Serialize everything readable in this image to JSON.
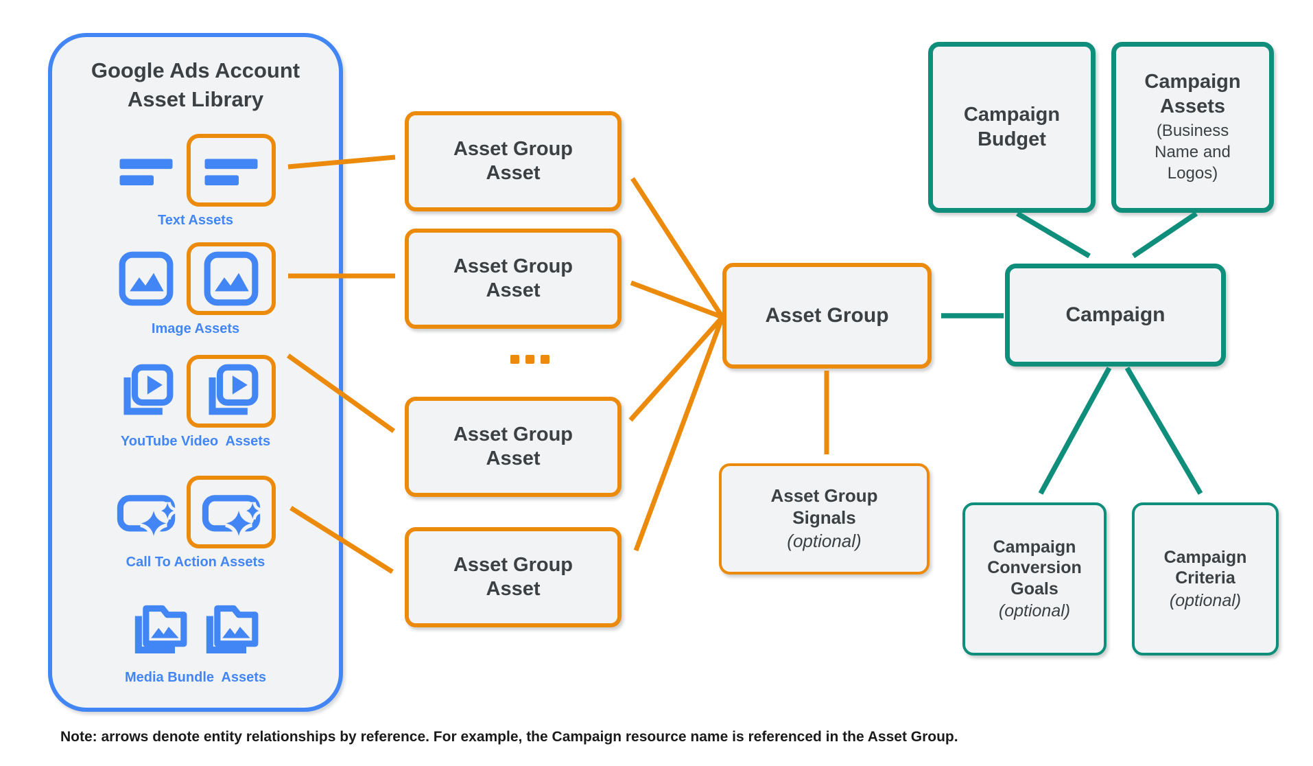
{
  "colors": {
    "blue": "#4285F4",
    "orange": "#EB8A0B",
    "teal": "#0F8E7C",
    "node_fill": "#F1F3F4",
    "text": "#3C4043",
    "note_text": "#1A1A1A"
  },
  "library": {
    "title_line1": "Google Ads Account",
    "title_line2": "Asset Library",
    "rows": [
      {
        "icon": "text-asset-icon",
        "label": "Text Assets",
        "highlighted": true
      },
      {
        "icon": "image-asset-icon",
        "label": "Image Assets",
        "highlighted": true
      },
      {
        "icon": "youtube-video-asset-icon",
        "label": "YouTube Video  Assets",
        "highlighted": true
      },
      {
        "icon": "call-to-action-asset-icon",
        "label": "Call To Action Assets",
        "highlighted": true
      },
      {
        "icon": "media-bundle-asset-icon",
        "label": "Media Bundle  Assets",
        "highlighted": false
      }
    ]
  },
  "nodes": {
    "asset_group_asset": {
      "label": "Asset Group Asset"
    },
    "ellipsis": "...",
    "asset_group": {
      "label": "Asset Group"
    },
    "asset_group_signals": {
      "label": "Asset Group Signals",
      "qualifier": "(optional)"
    },
    "campaign_budget": {
      "label": "Campaign Budget"
    },
    "campaign_assets": {
      "label": "Campaign Assets",
      "sublabel": "(Business Name and Logos)"
    },
    "campaign": {
      "label": "Campaign"
    },
    "campaign_conversion_goals": {
      "label": "Campaign Conversion Goals",
      "qualifier": "(optional)"
    },
    "campaign_criteria": {
      "label": "Campaign Criteria",
      "qualifier": "(optional)"
    }
  },
  "note": "Note: arrows denote entity relationships by reference. For example, the Campaign resource name is referenced in the Asset Group."
}
